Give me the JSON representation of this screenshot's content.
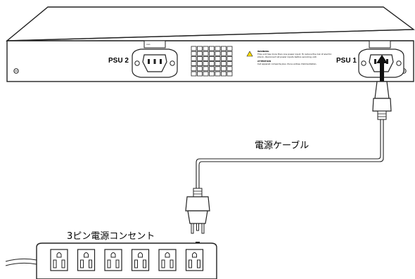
{
  "device": {
    "psu2_label": "PSU 2",
    "psu1_label": "PSU 1",
    "warning": {
      "title": "WARNING",
      "line1": "This unit has more than one power input. To reduce the risk of electric",
      "line2": "shock, disconnect all power inputs before servicing unit.",
      "title2": "ATTENTION",
      "line3": "Cet appareil comporte plus d'une entree d'alimentation."
    }
  },
  "labels": {
    "power_cable": "電源ケーブル",
    "outlet": "3ピン電源コンセント"
  }
}
